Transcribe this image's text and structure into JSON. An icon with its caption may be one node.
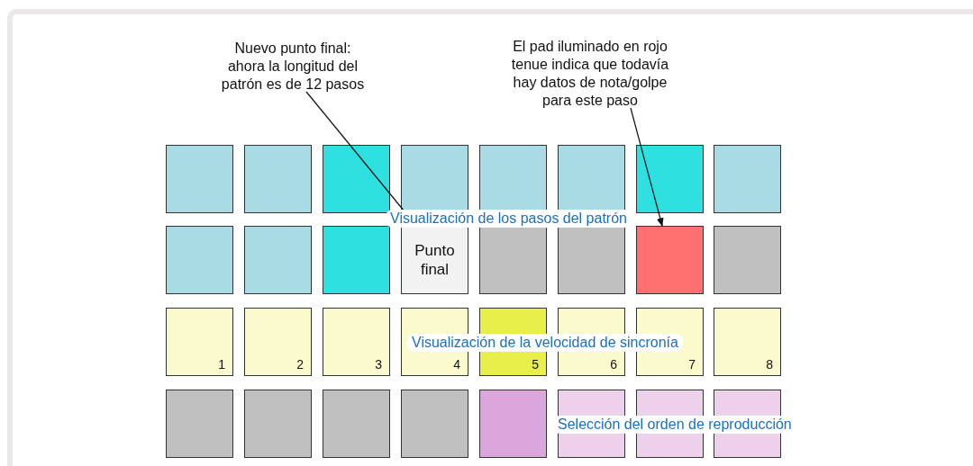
{
  "diagram": {
    "nodes": [
      {
        "text": [
          "Nuevo punto final: ahora la longitud del patrón es de 12 pasos"
        ]
      },
      {
        "text": [
          "El pad iluminado en rojo tenue indica que todavía hay datos de nota/golpe para este paso"
        ]
      },
      {
        "text": [],
        "shape": "box"
      },
      {
        "text": [],
        "shape": "box"
      },
      {
        "text": [],
        "shape": "box"
      },
      {
        "text": [],
        "shape": "box"
      },
      {
        "text": [],
        "shape": "box"
      },
      {
        "text": [],
        "shape": "box"
      },
      {
        "text": [],
        "shape": "box"
      },
      {
        "text": [],
        "shape": "box"
      },
      {
        "text": [],
        "shape": "box"
      },
      {
        "text": [],
        "shape": "box"
      },
      {
        "text": [],
        "shape": "box"
      },
      {
        "text": [
          "Punto final"
        ]
      },
      {
        "text": [],
        "shape": "box"
      },
      {
        "text": [],
        "shape": "box"
      },
      {
        "text": [],
        "shape": "box"
      },
      {
        "text": [],
        "shape": "box"
      },
      {
        "text": [
          "1"
        ]
      },
      {
        "text": [
          "2"
        ]
      },
      {
        "text": [
          "3"
        ]
      },
      {
        "text": [
          "4"
        ]
      },
      {
        "text": [
          "5"
        ]
      },
      {
        "text": [
          "6"
        ]
      },
      {
        "text": [
          "7"
        ]
      },
      {
        "text": [
          "8"
        ]
      },
      {
        "text": [],
        "shape": "box"
      },
      {
        "text": [],
        "shape": "box"
      },
      {
        "text": [],
        "shape": "box"
      },
      {
        "text": [],
        "shape": "box"
      },
      {
        "text": [],
        "shape": "box"
      },
      {
        "text": [],
        "shape": "box"
      },
      {
        "text": [],
        "shape": "box"
      },
      {
        "text": [],
        "shape": "box"
      }
    ],
    "edges": [
      {
        "from": 0,
        "to": 13,
        "arrow": "to"
      },
      {
        "from": 1,
        "to": 16,
        "arrow": "to"
      }
    ],
    "labels": [
      "Visualización de los pasos del patrón",
      "Visualización de la velocidad de sincronía",
      "Selección del orden de reproducción"
    ]
  }
}
